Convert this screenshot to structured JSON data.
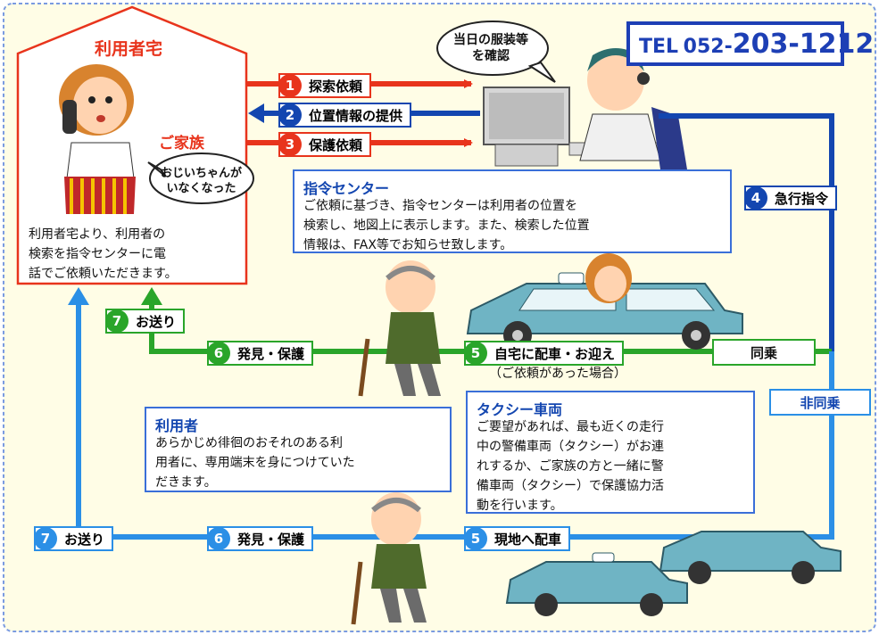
{
  "colors": {
    "background": "#fffde6",
    "border": "#7a9be0",
    "red": "#e8341c",
    "blue_dark": "#1346b0",
    "blue_light": "#2b8fe6",
    "green": "#2aa52a",
    "tel_blue": "#1d3fb5"
  },
  "tel": {
    "prefix": "TEL",
    "number": "052-",
    "main": "203-1212"
  },
  "home": {
    "title": "利用者宅",
    "family": "ご家族",
    "speech": [
      "おじいちゃんが",
      "いなくなった"
    ],
    "desc": [
      "利用者宅より、利用者の",
      "検索を指令センターに電",
      "話でご依頼いただきます。"
    ]
  },
  "operator_speech": [
    "当日の服装等",
    "を確認"
  ],
  "steps": {
    "s1": {
      "num": "1",
      "label": "探索依頼"
    },
    "s2": {
      "num": "2",
      "label": "位置情報の提供"
    },
    "s3": {
      "num": "3",
      "label": "保護依頼"
    },
    "s4": {
      "num": "4",
      "label": "急行指令"
    },
    "s5a": {
      "num": "5",
      "label": "自宅に配車・お迎え"
    },
    "s5a_note": "（ご依頼があった場合）",
    "s6a": {
      "num": "6",
      "label": "発見・保護"
    },
    "s7a": {
      "num": "7",
      "label": "お送り"
    },
    "s5b": {
      "num": "5",
      "label": "現地へ配車"
    },
    "s6b": {
      "num": "6",
      "label": "発見・保護"
    },
    "s7b": {
      "num": "7",
      "label": "お送り"
    }
  },
  "branch": {
    "ride": "同乗",
    "no_ride": "非同乗"
  },
  "center": {
    "title": "指令センター",
    "lines": [
      "ご依頼に基づき、指令センターは利用者の位置を",
      "検索し、地図上に表示します。また、検索した位置",
      "情報は、FAX等でお知らせ致します。"
    ]
  },
  "user": {
    "title": "利用者",
    "lines": [
      "あらかじめ徘徊のおそれのある利",
      "用者に、専用端末を身につけていた",
      "だきます。"
    ]
  },
  "taxi": {
    "title": "タクシー車両",
    "lines": [
      "ご要望があれば、最も近くの走行",
      "中の警備車両（タクシー）がお連",
      "れするか、ご家族の方と一緒に警",
      "備車両（タクシー）で保護協力活",
      "動を行います。"
    ]
  }
}
